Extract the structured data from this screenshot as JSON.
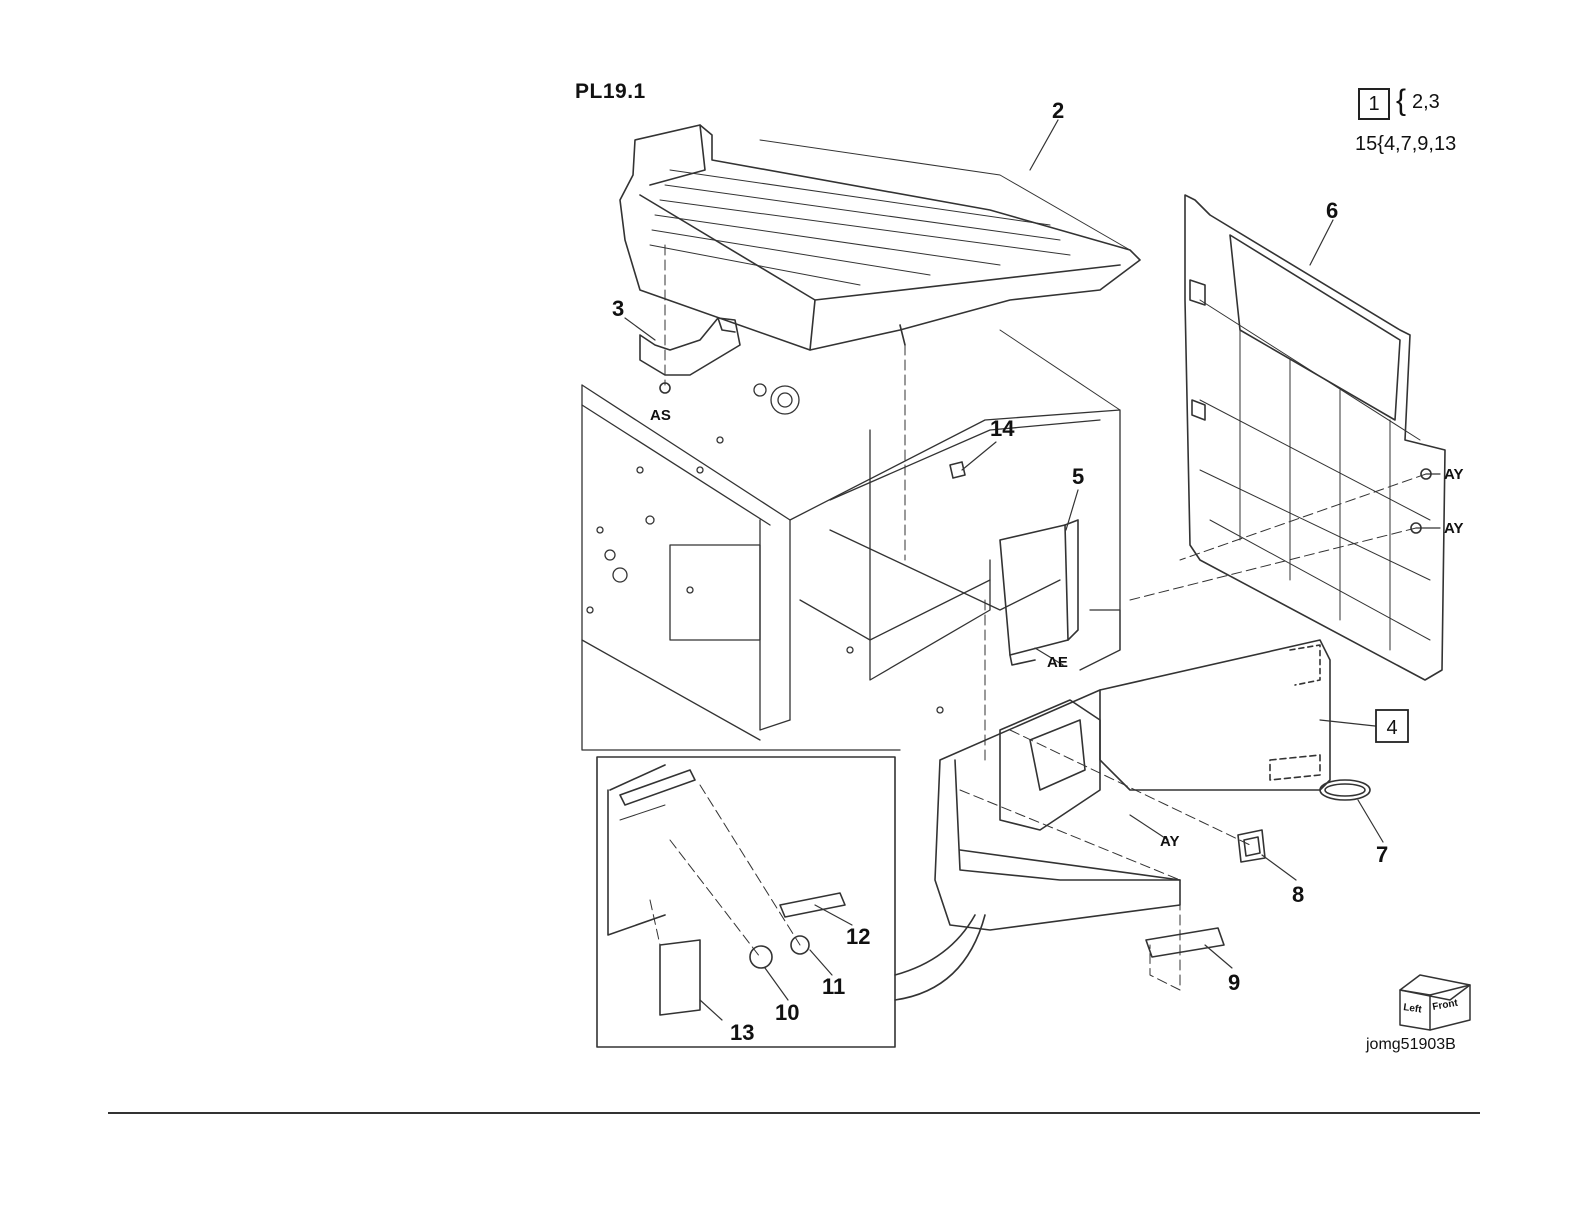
{
  "figure": {
    "title": "PL19.1",
    "figure_id": "jomg51903B"
  },
  "kit_note": {
    "box_number": "1",
    "box_items": "2,3",
    "line2_prefix": "15",
    "line2_items": "4,7,9,13"
  },
  "callouts": {
    "c2": "2",
    "c3": "3",
    "c4": "4",
    "c5": "5",
    "c6": "6",
    "c7": "7",
    "c8": "8",
    "c9": "9",
    "c10": "10",
    "c11": "11",
    "c12": "12",
    "c13": "13",
    "c14": "14"
  },
  "screw_refs": {
    "as": "AS",
    "ae": "AE",
    "ay_upper": "AY",
    "ay_lower": "AY",
    "ay_mid": "AY"
  },
  "orientation_cube": {
    "left": "Left",
    "front": "Front"
  }
}
